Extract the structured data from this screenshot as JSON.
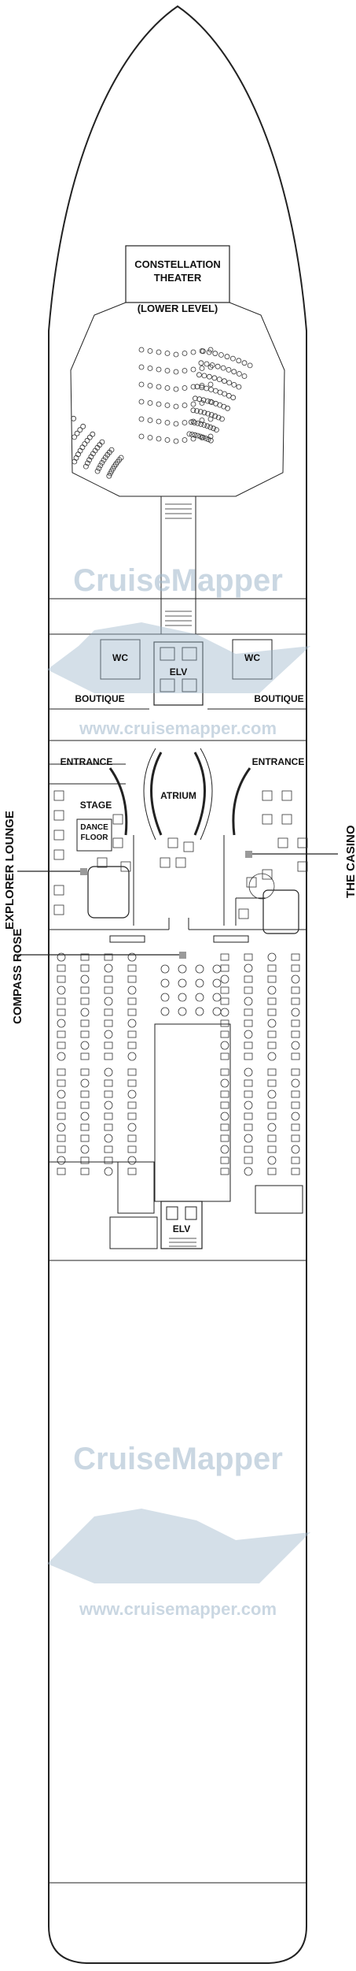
{
  "labels": {
    "constellation_theater_line1": "CONSTELLATION",
    "constellation_theater_line2": "THEATER",
    "lower_level": "(LOWER LEVEL)",
    "wc": "WC",
    "elv": "ELV",
    "boutique": "BOUTIQUE",
    "entrance": "ENTRANCE",
    "atrium": "ATRIUM",
    "stage": "STAGE",
    "dance_floor_line1": "DANCE",
    "dance_floor_line2": "FLOOR",
    "explorer_lounge": "EXPLORER LOUNGE",
    "the_casino": "THE CASINO",
    "compass_rose": "COMPASS ROSE"
  },
  "watermark": {
    "brand": "CruiseMapper",
    "url": "www.cruisemapper.com",
    "color": "#9fb7cc"
  },
  "colors": {
    "outline": "#222222",
    "furniture": "#333333",
    "marker": "#9a9a9a"
  }
}
